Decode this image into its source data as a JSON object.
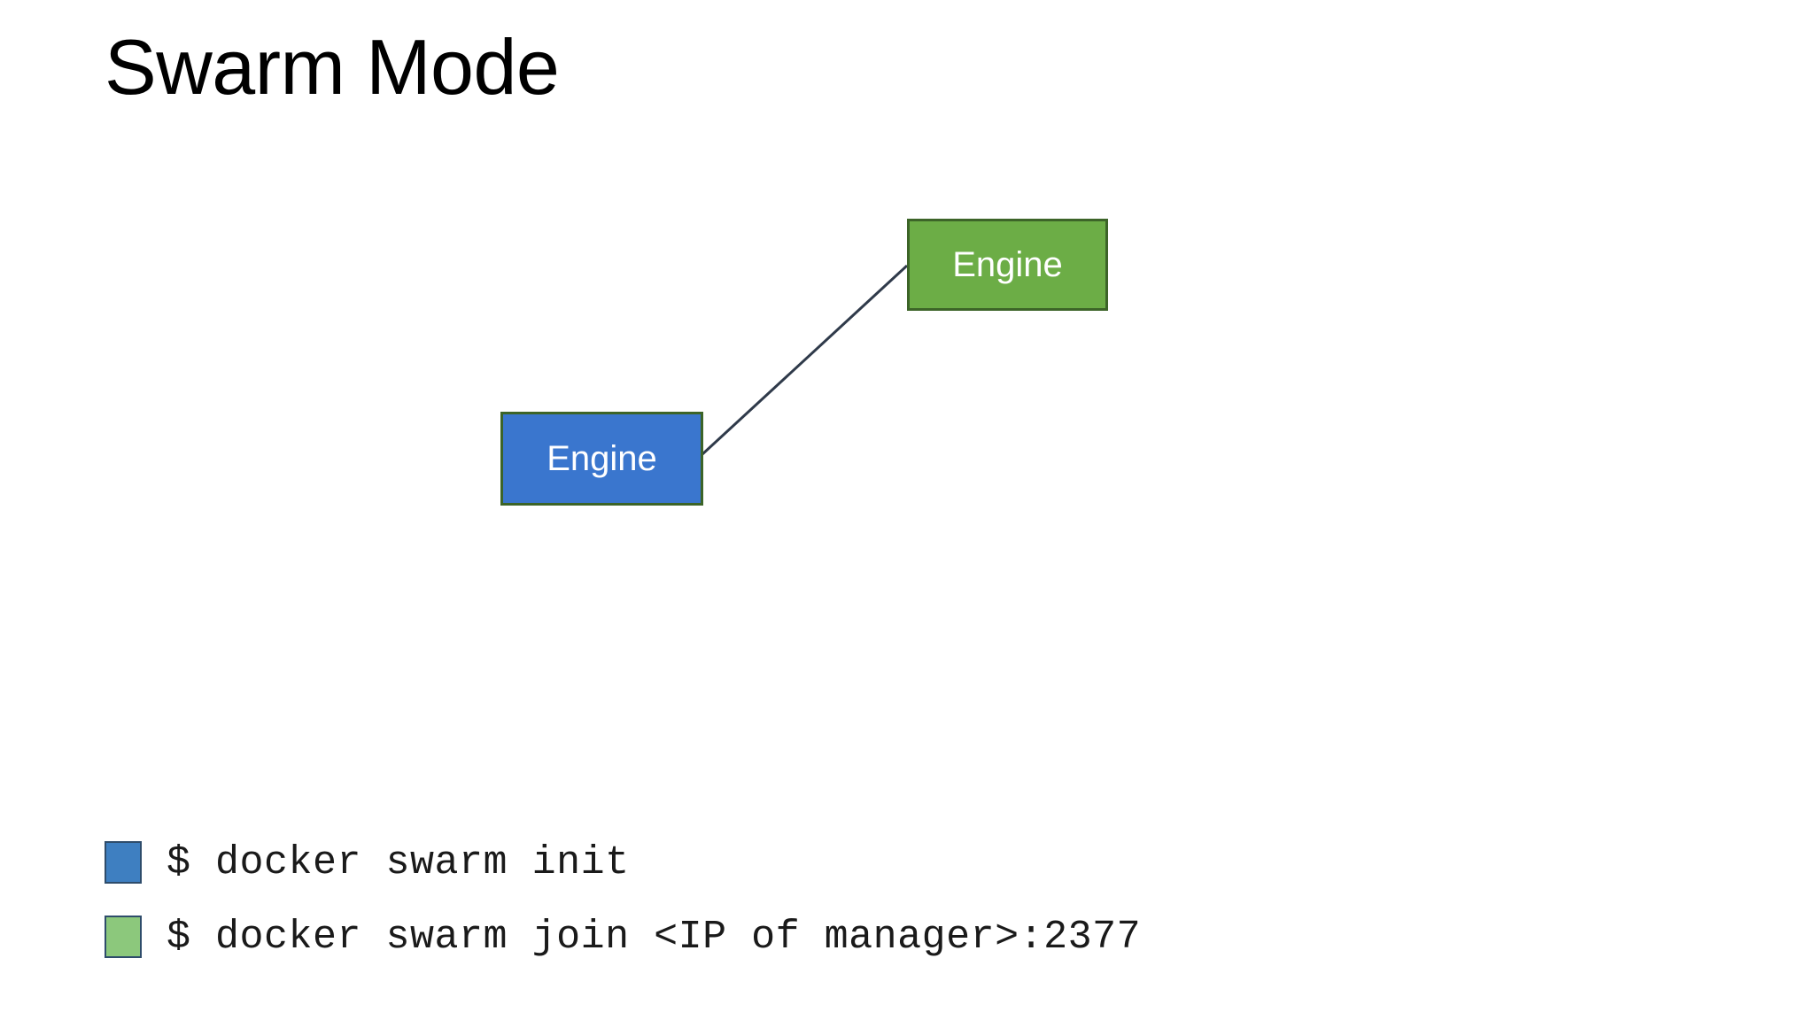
{
  "slide": {
    "title": "Swarm Mode",
    "background_color": "#ffffff"
  },
  "diagram": {
    "nodes": [
      {
        "id": "manager-engine",
        "label": "Engine",
        "role": "manager",
        "fill_color": "#6CAD46",
        "border_color": "#3C6428",
        "text_color": "#ffffff"
      },
      {
        "id": "worker-engine",
        "label": "Engine",
        "role": "worker",
        "fill_color": "#3A76CE",
        "border_color": "#3C6428",
        "text_color": "#ffffff"
      }
    ],
    "connector": {
      "from": "worker-engine",
      "to": "manager-engine",
      "color": "#2F3A4A"
    }
  },
  "legend": {
    "rows": [
      {
        "swatch_color": "#3E7FC1",
        "swatch_border": "#2E4C6B",
        "command": "$ docker swarm init"
      },
      {
        "swatch_color": "#8CC87C",
        "swatch_border": "#2E4C6B",
        "command": "$ docker swarm join <IP of manager>:2377"
      }
    ]
  }
}
